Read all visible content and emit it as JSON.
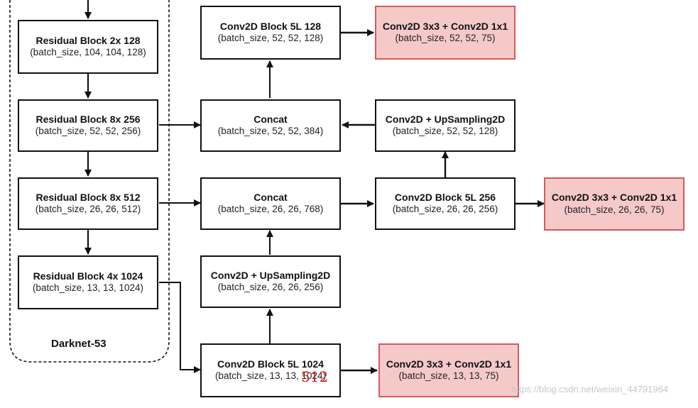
{
  "darknet": {
    "label": "Darknet-53",
    "blocks": [
      {
        "title": "Residual Block 2x  128",
        "shape": "(batch_size, 104, 104, 128)"
      },
      {
        "title": "Residual Block 8x  256",
        "shape": "(batch_size, 52, 52, 256)"
      },
      {
        "title": "Residual Block 8x  512",
        "shape": "(batch_size, 26, 26, 512)"
      },
      {
        "title": "Residual Block 4x  1024",
        "shape": "(batch_size, 13, 13, 1024)"
      }
    ]
  },
  "middle": {
    "conv_top": {
      "title": "Conv2D Block 5L  128",
      "shape": "(batch_size, 52, 52, 128)"
    },
    "concat_52": {
      "title": "Concat",
      "shape": "(batch_size, 52, 52, 384)"
    },
    "concat_26": {
      "title": "Concat",
      "shape": "(batch_size, 26, 26, 768)"
    },
    "upsample_26": {
      "title": "Conv2D + UpSampling2D",
      "shape": "(batch_size, 26, 26, 256)"
    },
    "conv_bottom": {
      "title": "Conv2D Block 5L  1024",
      "shape": "(batch_size, 13, 13, 1024)",
      "overlay": "512"
    }
  },
  "right": {
    "upsample_52": {
      "title": "Conv2D + UpSampling2D",
      "shape": "(batch_size, 52, 52, 128)"
    },
    "conv_256": {
      "title": "Conv2D Block 5L  256",
      "shape": "(batch_size, 26, 26, 256)"
    }
  },
  "outputs": {
    "out_52": {
      "title": "Conv2D 3x3 + Conv2D 1x1",
      "shape": "(batch_size, 52, 52, 75)"
    },
    "out_26": {
      "title": "Conv2D 3x3 + Conv2D 1x1",
      "shape": "(batch_size, 26, 26, 75)"
    },
    "out_13": {
      "title": "Conv2D 3x3 + Conv2D 1x1",
      "shape": "(batch_size, 13, 13, 75)"
    }
  },
  "watermark": "https://blog.csdn.net/weixin_44791964",
  "colors": {
    "output_fill": "#f6c9c9",
    "output_border": "#d65a5a",
    "overlay_text": "#d62020"
  }
}
